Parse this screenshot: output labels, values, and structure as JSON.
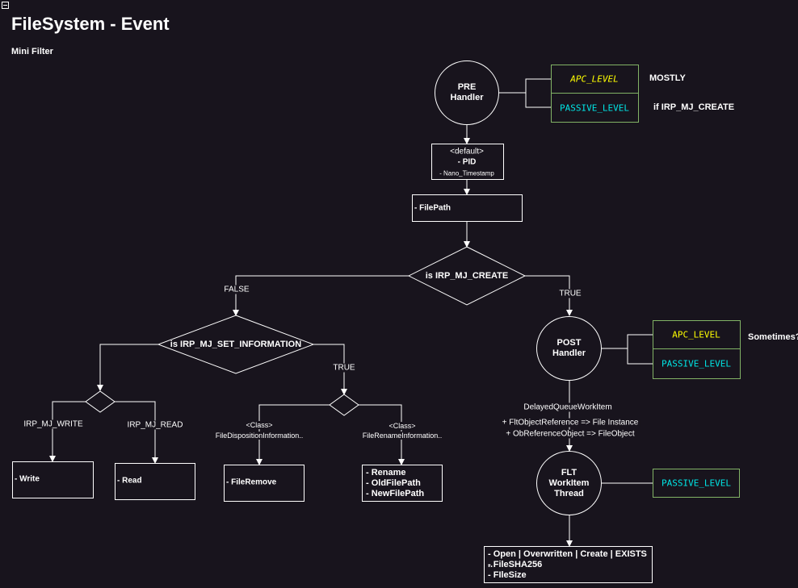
{
  "title": "FileSystem - Event",
  "subtitle": "Mini Filter",
  "pre_handler": {
    "label_line1": "PRE",
    "label_line2": "Handler",
    "apc_level": "APC_LEVEL",
    "passive_level": "PASSIVE_LEVEL",
    "note_mostly": "MOSTLY",
    "note_if_create": "if IRP_MJ_CREATE"
  },
  "default_box": {
    "line1": "<default>",
    "line2": "- PID",
    "line3": "- Nano_Timestamp"
  },
  "filepath_box": "- FilePath",
  "decision_create": "is IRP_MJ_CREATE",
  "label_false": "FALSE",
  "label_true_right": "TRUE",
  "decision_set_info": "is IRP_MJ_SET_INFORMATION",
  "label_true_left": "TRUE",
  "irp_write": "IRP_MJ_WRITE",
  "irp_read": "IRP_MJ_READ",
  "box_write": "- Write",
  "box_read": "- Read",
  "class_disposition_tag": "<Class>",
  "class_disposition_name": "FileDispositionInformation..",
  "class_rename_tag": "<Class>",
  "class_rename_name": "FileRenameInformation..",
  "box_fileremove": "- FileRemove",
  "box_rename": {
    "line1": "- Rename",
    "line2": "- OldFilePath",
    "line3": "- NewFilePath"
  },
  "post_handler": {
    "label_line1": "POST",
    "label_line2": "Handler",
    "apc_level": "APC_LEVEL",
    "passive_level": "PASSIVE_LEVEL",
    "note_sometimes": "Sometimes?"
  },
  "delayed_queue": {
    "line1": "DelayedQueueWorkItem",
    "line2": "+ FltObjectReference => File Instance",
    "line3": "+ ObReferenceObject => FileObject"
  },
  "flt_thread": {
    "label_line1": "FLT",
    "label_line2": "WorkItem",
    "label_line3": "Thread",
    "passive_level": "PASSIVE_LEVEL"
  },
  "result_box": {
    "line1": "- Open | Overwritten | Create | EXISTS ..",
    "line2": "- FileSHA256",
    "line3": "- FIleSize"
  },
  "colors": {
    "background": "#18141d",
    "apc_text": "#ffff00",
    "passive_text": "#00e5e5",
    "level_border": "#82b366",
    "line": "#ffffff"
  }
}
